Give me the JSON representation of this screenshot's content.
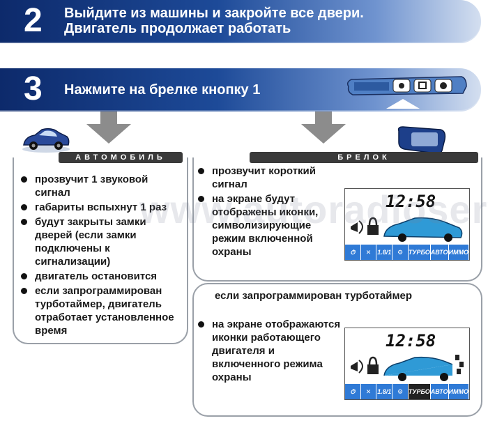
{
  "step2": {
    "number": "2",
    "line1": "Выйдите из машины и закройте все двери.",
    "line2": "Двигатель продолжает работать"
  },
  "step3": {
    "number": "3",
    "text": "Нажмите на брелке кнопку 1"
  },
  "car_panel": {
    "header": "АВТОМОБИЛЬ",
    "items": [
      "прозвучит 1 звуковой сигнал",
      "габариты вспыхнут 1 раз",
      "будут закрыты замки дверей (если замки подключены к сигнализации)",
      "двигатель остановится",
      "если запрограммирован турботаймер, двигатель отработает установленное время"
    ]
  },
  "fob_panel": {
    "header": "БРЕЛОК",
    "items": [
      "прозвучит короткий сигнал",
      "на экране будут отображены иконки, символизирующие режим включенной охраны"
    ],
    "lcd_time": "12:58",
    "lcd_icons": [
      "⏱",
      "✕",
      "1.8/1",
      "⚙",
      "ТУРБО",
      "АВТО",
      "ИММО"
    ]
  },
  "turbo_panel": {
    "title": "если запрограммирован турботаймер",
    "items": [
      "на экране отображаются иконки работающего двигателя и включенного режима охраны"
    ],
    "lcd_time": "12:58",
    "lcd_icons": [
      "⏱",
      "✕",
      "1.8/1",
      "⚙",
      "ТУРБО",
      "АВТО",
      "ИММО"
    ]
  },
  "watermark": "www.autoradioservice.ru",
  "colors": {
    "banner_dark": "#0d2a6b",
    "banner_light": "#6f93cf",
    "lcd_blue": "#2f7ad6"
  }
}
